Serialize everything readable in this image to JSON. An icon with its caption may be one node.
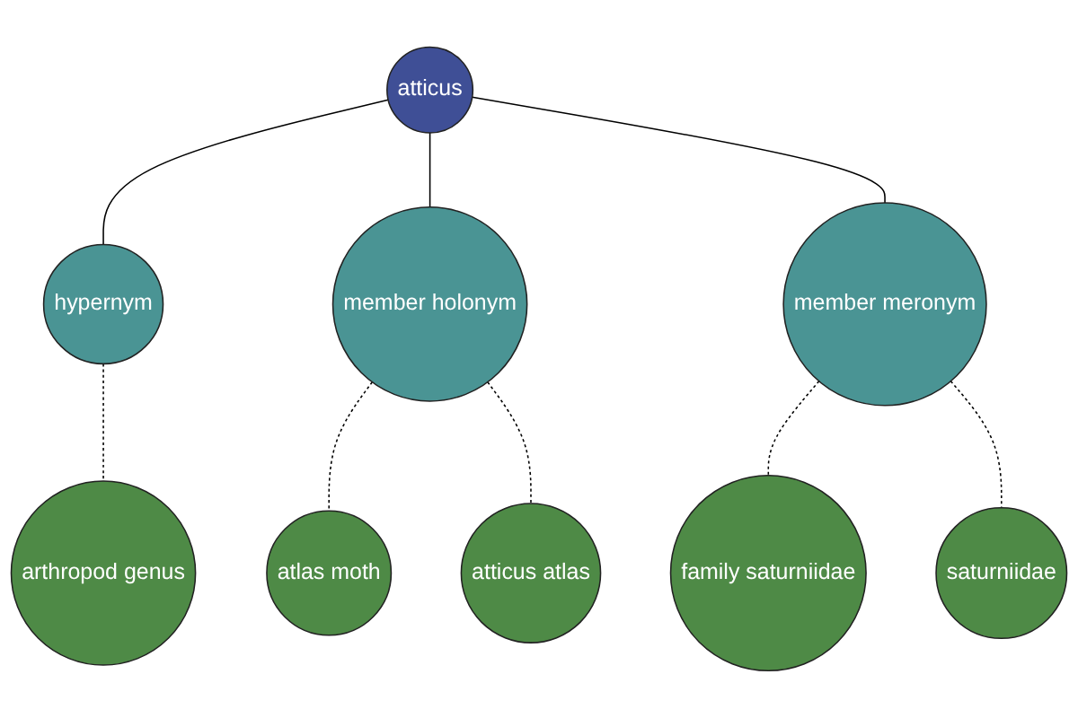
{
  "diagram": {
    "nodes": [
      {
        "text": [
          "atlas moth"
        ]
      },
      {
        "text": [
          "atticus atlas"
        ]
      },
      {
        "text": [
          "arthropod genus"
        ]
      },
      {
        "text": [
          "member holonym"
        ]
      },
      {
        "text": [
          "hypernym"
        ]
      },
      {
        "text": [
          "atticus"
        ]
      },
      {
        "text": [
          "family saturniidae"
        ]
      },
      {
        "text": [
          "member meronym"
        ]
      },
      {
        "text": [
          "saturniidae"
        ]
      }
    ],
    "edges": [
      {
        "from": 5,
        "to": 4,
        "arrow": "none"
      },
      {
        "from": 4,
        "to": 2,
        "arrow": "none",
        "style": "dashed"
      },
      {
        "from": 5,
        "to": 3,
        "arrow": "none"
      },
      {
        "from": 3,
        "to": 0,
        "arrow": "none",
        "style": "dashed"
      },
      {
        "from": 3,
        "to": 1,
        "arrow": "none",
        "style": "dashed"
      },
      {
        "from": 5,
        "to": 7,
        "arrow": "none"
      },
      {
        "from": 7,
        "to": 6,
        "arrow": "none",
        "style": "dashed"
      },
      {
        "from": 7,
        "to": 8,
        "arrow": "none",
        "style": "dashed"
      }
    ]
  }
}
